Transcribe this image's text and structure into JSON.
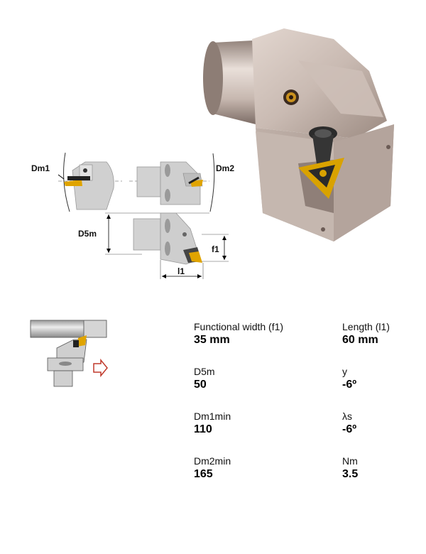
{
  "dimension_labels": {
    "dm1": "Dm1",
    "dm2": "Dm2",
    "d5m": "D5m",
    "f1": "f1",
    "l1": "l1"
  },
  "specs": [
    {
      "label": "Functional width (f1)",
      "value": "35 mm"
    },
    {
      "label": "Length (l1)",
      "value": "60 mm"
    },
    {
      "label": "D5m",
      "value": "50"
    },
    {
      "label": "y",
      "value": "-6º"
    },
    {
      "label": "Dm1min",
      "value": "110"
    },
    {
      "label": "λs",
      "value": "-6º"
    },
    {
      "label": "Dm2min",
      "value": "165"
    },
    {
      "label": "Nm",
      "value": "3.5"
    }
  ],
  "colors": {
    "steel_light": "#d9cdc6",
    "steel_dark": "#9c8b82",
    "insert_gold": "#e0a400",
    "arrow_red": "#c0392b",
    "drawing_gray": "#c8c8c8"
  }
}
